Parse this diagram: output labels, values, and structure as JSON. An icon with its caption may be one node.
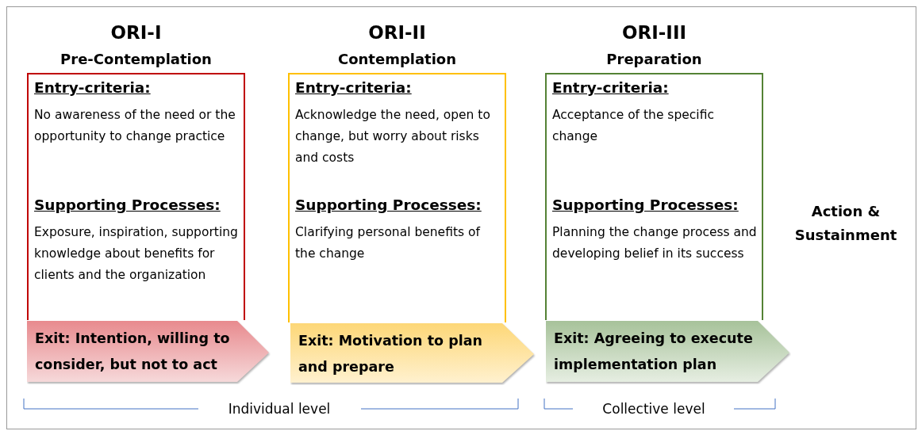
{
  "diagram": {
    "nodes": [
      {
        "text": [
          "ORI-I",
          "Pre-Contemplation",
          "Entry-criteria:",
          "No awareness of the need or the opportunity to change practice",
          "Supporting Processes:",
          "Exposure, inspiration, supporting knowledge about benefits for clients and the organization"
        ]
      },
      {
        "text": [
          "Exit: Intention, willing to consider, but not to act"
        ]
      },
      {
        "text": [
          "ORI-II",
          "Contemplation",
          "Entry-criteria:",
          "Acknowledge the need, open to change, but worry about risks and costs",
          "Supporting Processes:",
          "Clarifying personal benefits of the change"
        ]
      },
      {
        "text": [
          "Exit: Motivation to plan and prepare"
        ]
      },
      {
        "text": [
          "ORI-III",
          "Preparation",
          "Entry-criteria:",
          "Acceptance of the specific change",
          "Supporting Processes:",
          "Planning the change process and developing belief in its success"
        ]
      },
      {
        "text": [
          "Exit: Agreeing to execute implementation plan"
        ]
      }
    ],
    "labels": [
      "Action & Sustainment",
      "Individual level",
      "Collective level"
    ]
  }
}
